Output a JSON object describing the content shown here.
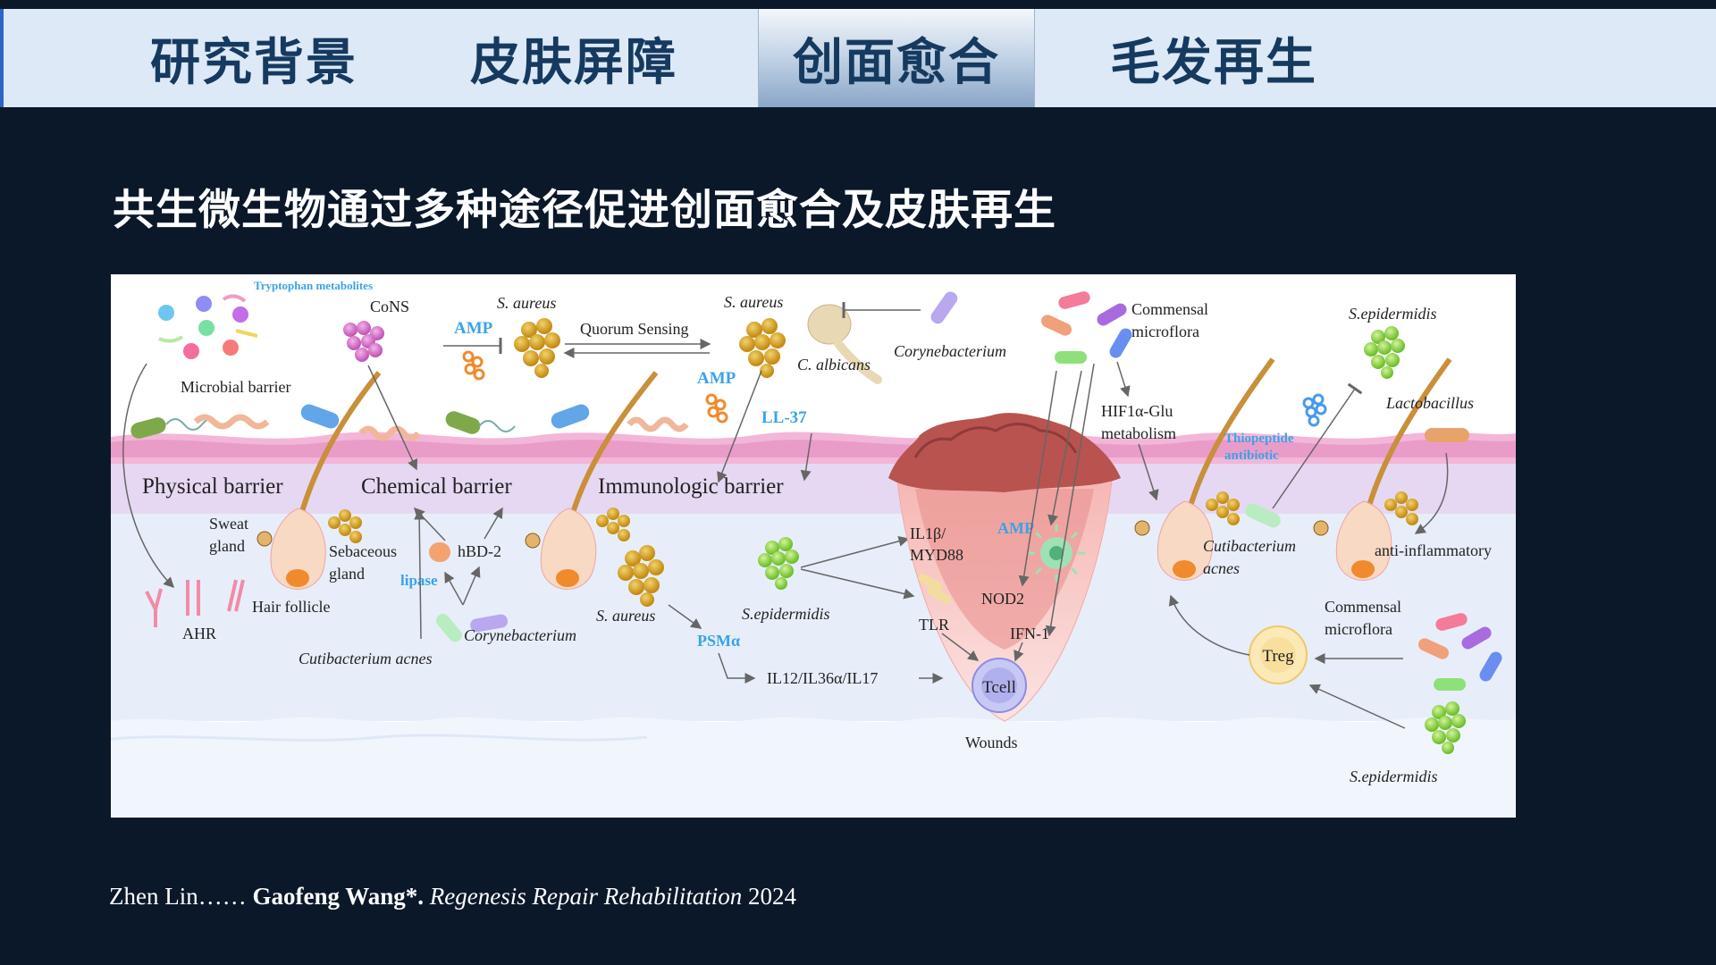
{
  "nav": {
    "tabs": [
      {
        "label": "研究背景",
        "active": false
      },
      {
        "label": "皮肤屏障",
        "active": false
      },
      {
        "label": "创面愈合",
        "active": true
      },
      {
        "label": "毛发再生",
        "active": false
      }
    ]
  },
  "slide": {
    "heading": "共生微生物通过多种途径促进创面愈合及皮肤再生"
  },
  "figure": {
    "labels": {
      "tryptophan": "Tryptophan metabolites",
      "cons": "CoNS",
      "amp1": "AMP",
      "s_aureus_1": "S. aureus",
      "quorum": "Quorum Sensing",
      "s_aureus_2": "S. aureus",
      "amp2": "AMP",
      "c_albicans": "C. albicans",
      "coryne_1": "Corynebacterium",
      "ll37": "LL-37",
      "microbial_barrier": "Microbial barrier",
      "physical_barrier": "Physical barrier",
      "chemical_barrier": "Chemical barrier",
      "immunologic_barrier": "Immunologic barrier",
      "sweat": "Sweat",
      "gland": "gland",
      "sebaceous": "Sebaceous",
      "gland2": "gland",
      "hbd2": "hBD-2",
      "lipase": "lipase",
      "hair_follicle": "Hair follicle",
      "ahr": "AHR",
      "cutibact_1": "Cutibacterium acnes",
      "coryne_2": "Corynebacterium",
      "s_aureus_3": "S. aureus",
      "psma": "PSMα",
      "s_epi_1": "S.epidermidis",
      "il12": "IL12/IL36α/IL17",
      "il1b_1": "IL1β/",
      "il1b_2": "MYD88",
      "tlr": "TLR",
      "amp3": "AMP",
      "nod2": "NOD2",
      "ifn": "IFN-1",
      "tcell": "Tcell",
      "wounds": "Wounds",
      "commensal_1a": "Commensal",
      "commensal_1b": "microflora",
      "hif_1": "HIF1α-Glu",
      "hif_2": "metabolism",
      "thio_1": "Thiopeptide",
      "thio_2": "antibiotic",
      "s_epi_2": "S.epidermidis",
      "lactobacillus": "Lactobacillus",
      "cutibact_2a": "Cutibacterium",
      "cutibact_2b": "acnes",
      "anti_inflam": "anti-inflammatory",
      "commensal_2a": "Commensal",
      "commensal_2b": "microflora",
      "treg": "Treg",
      "s_epi_3": "S.epidermidis"
    }
  },
  "citation": {
    "authors": "Zhen Lin…… ",
    "corresponding": "Gaofeng Wang*.",
    "journal": " Regenesis Repair Rehabilitation",
    "year": " 2024"
  }
}
